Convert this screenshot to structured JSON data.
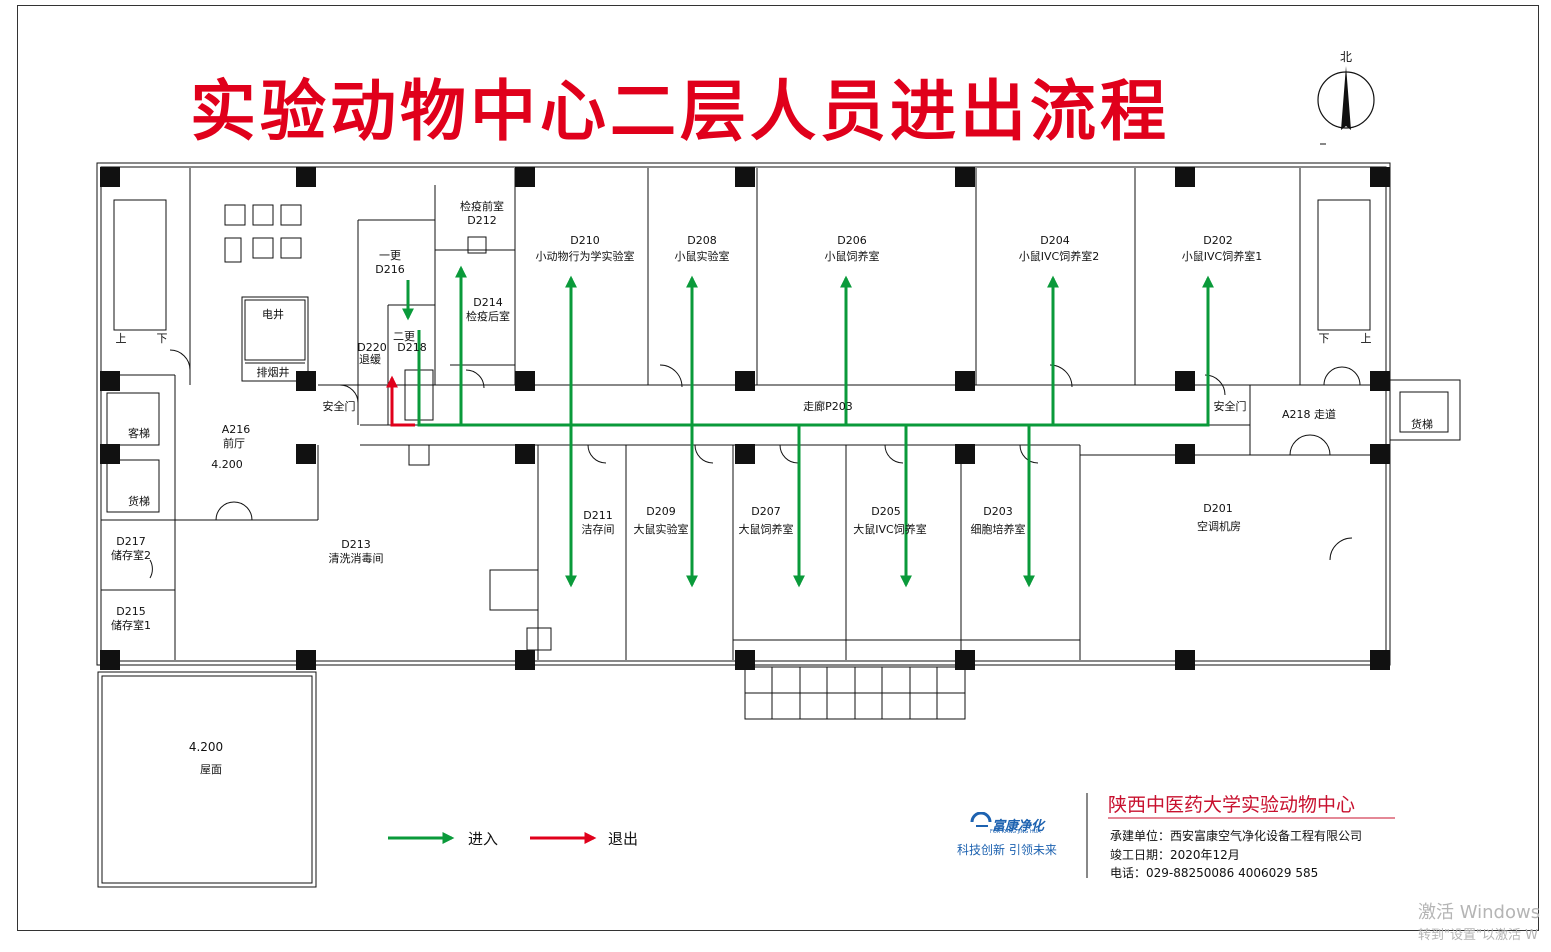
{
  "title": "实验动物中心二层人员进出流程",
  "compass_label": "北",
  "rooms": {
    "d212": [
      "检疫前室",
      "D212"
    ],
    "d216": [
      "一更",
      "D216"
    ],
    "d214": [
      "D214",
      "检疫后室"
    ],
    "d218": [
      "二更",
      "D218"
    ],
    "d220": [
      "D220",
      "退缓"
    ],
    "d210": [
      "D210",
      "小动物行为学实验室"
    ],
    "d208": [
      "D208",
      "小鼠实验室"
    ],
    "d206": [
      "D206",
      "小鼠饲养室"
    ],
    "d204": [
      "D204",
      "小鼠IVC饲养室2"
    ],
    "d202": [
      "D202",
      "小鼠IVC饲养室1"
    ],
    "corridor": "走廊P203",
    "safety_left": "安全门",
    "safety_right": "安全门",
    "a218": "A218 走道",
    "a216": [
      "A216",
      "前厅"
    ],
    "elev_left_1": "客梯",
    "elev_left_2": "货梯",
    "elev_right": "货梯",
    "elec_well": "电井",
    "smoke_well": "排烟井",
    "stair_up_l": "上",
    "stair_down_l": "下",
    "stair_down_r": "下",
    "stair_up_r": "上",
    "d217": [
      "D217",
      "储存室2"
    ],
    "d215": [
      "D215",
      "储存室1"
    ],
    "d213": [
      "D213",
      "清洗消毒间"
    ],
    "d211": [
      "D211",
      "洁存间"
    ],
    "d209": [
      "D209",
      "大鼠实验室"
    ],
    "d207": [
      "D207",
      "大鼠饲养室"
    ],
    "d205": [
      "D205",
      "大鼠IVC饲养室"
    ],
    "d203": [
      "D203",
      "细胞培养室"
    ],
    "d201": [
      "D201",
      "空调机房"
    ],
    "roof": "屋面"
  },
  "elevations": {
    "lobby": "4.200",
    "roof": "4.200"
  },
  "legend": {
    "enter": "进入",
    "exit": "退出"
  },
  "colors": {
    "enter": "#0a9a3a",
    "exit": "#e0001b",
    "title": "#e0001b",
    "wall": "#111111"
  },
  "company": {
    "logo_icon": "fukang-logo-icon",
    "name": "富康净化",
    "name_en": "FOR KANG JING HUA",
    "slogan": "科技创新   引领未来"
  },
  "project": {
    "title": "陕西中医药大学实验动物中心",
    "contractor": "承建单位：西安富康空气净化设备工程有限公司",
    "date": "竣工日期：2020年12月",
    "phone": "电话：029-88250086   4006029 585"
  },
  "watermark": {
    "line1": "激活 Windows",
    "line2": "转到\"设置\"以激活 W"
  }
}
